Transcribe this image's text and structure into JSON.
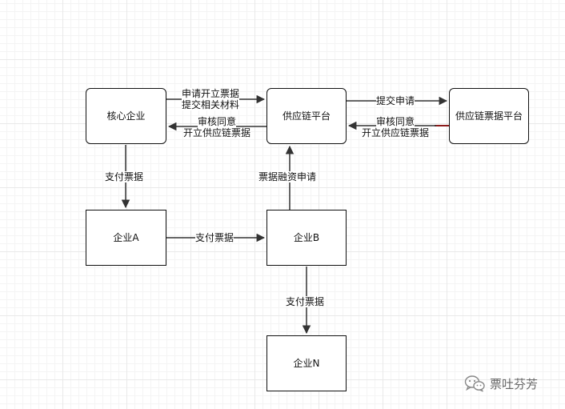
{
  "nodes": {
    "core": "核心企业",
    "platform": "供应链平台",
    "bill_platform": "供应链票据平台",
    "company_a": "企业A",
    "company_b": "企业B",
    "company_n": "企业N"
  },
  "edges": {
    "core_to_platform_line1": "申请开立票据",
    "core_to_platform_line2": "提交相关材料",
    "platform_to_core_line1": "审核同意",
    "platform_to_core_line2": "开立供应链票据",
    "platform_to_bill": "提交申请",
    "bill_to_platform_line1": "审核同意",
    "bill_to_platform_line2": "开立供应链票据",
    "core_to_a": "支付票据",
    "a_to_b": "支付票据",
    "b_to_platform": "票据融资申请",
    "b_to_n": "支付票据"
  },
  "watermark": "票吐芬芳",
  "colors": {
    "line": "#333333",
    "accent_line": "#8b1a1a"
  }
}
